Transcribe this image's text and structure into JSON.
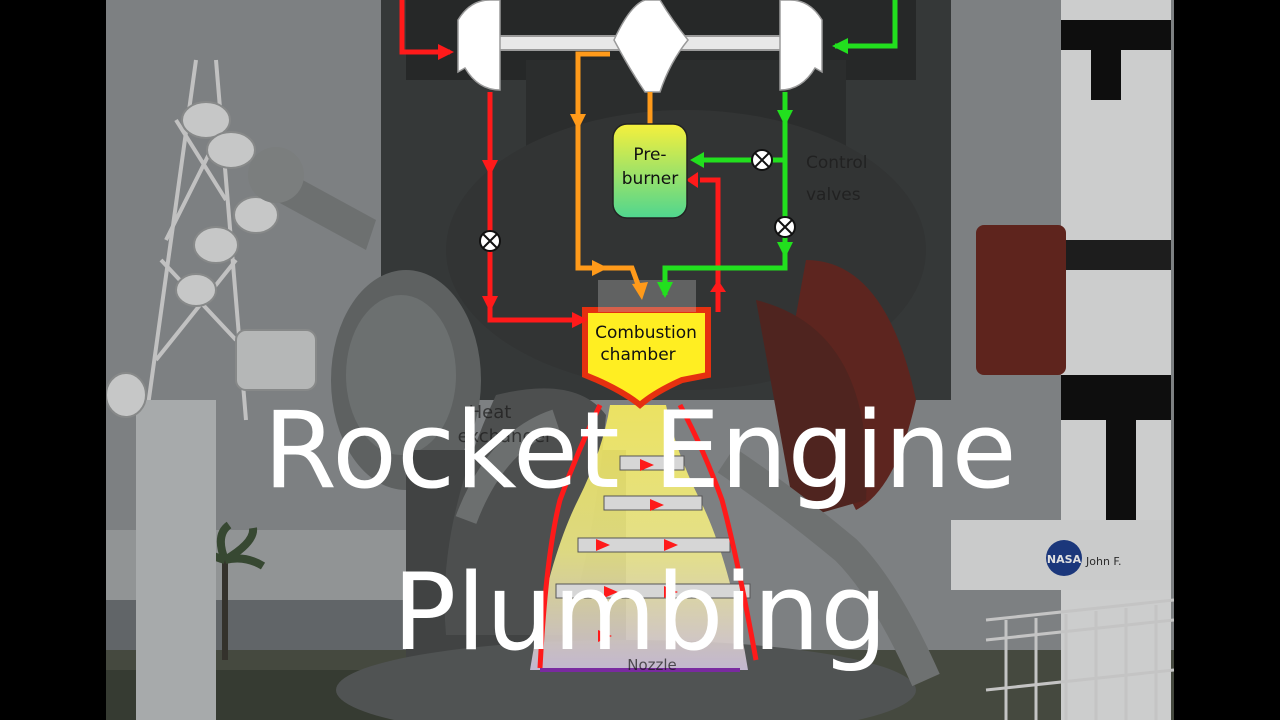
{
  "title": {
    "line1": "Rocket Engine",
    "line2": "Plumbing"
  },
  "diagram": {
    "preburner_label_1": "Pre-",
    "preburner_label_2": "burner",
    "combustion_label_1": "Combustion",
    "combustion_label_2": "chamber",
    "heat_exchanger_label_1": "Heat",
    "heat_exchanger_label_2": "exchanger",
    "control_valves_label_1": "Control",
    "control_valves_label_2": "valves",
    "nozzle_label": "Nozzle"
  },
  "background": {
    "nasa_logo_text": "NASA",
    "sign_text": "John F."
  },
  "colors": {
    "fuel_line": "#ff1a1a",
    "oxidizer_line": "#22e01e",
    "exhaust_line": "#ff9a1a",
    "combustion_fill": "#ffee22",
    "preburner_fill_top": "#f7f03a",
    "preburner_fill_bottom": "#58d889",
    "title_text": "#ffffff"
  }
}
